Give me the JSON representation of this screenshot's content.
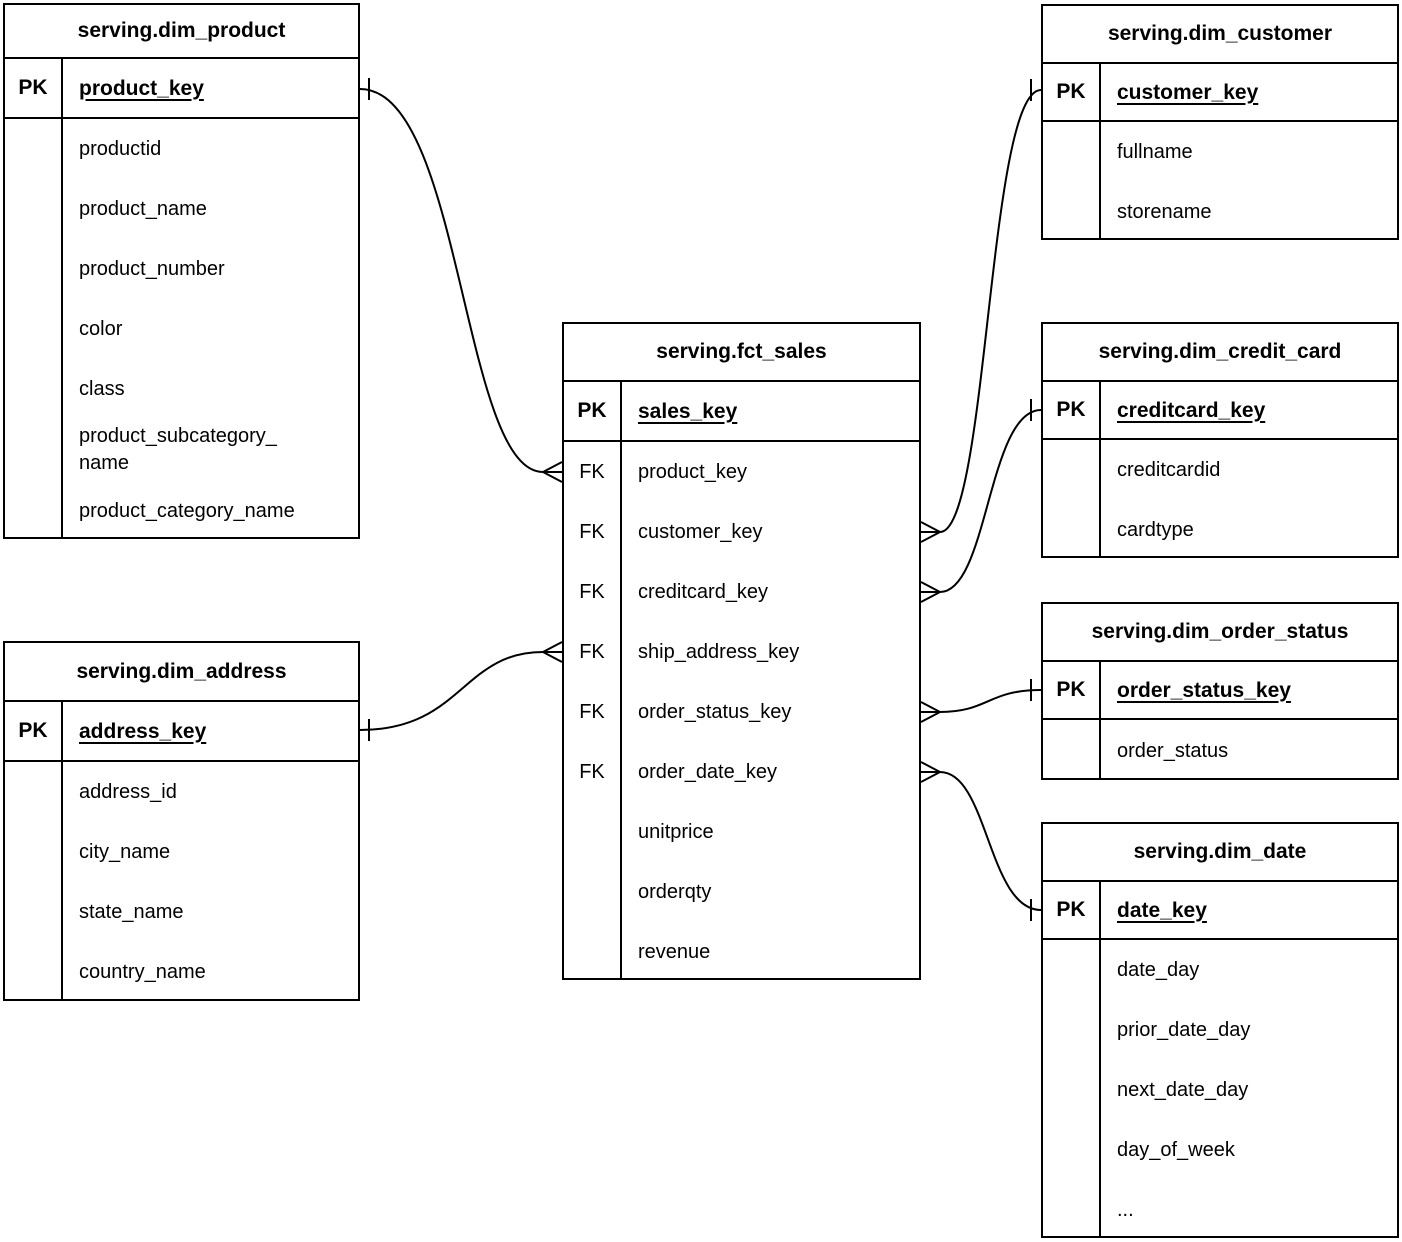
{
  "labels": {
    "pk": "PK",
    "fk": "FK"
  },
  "colors": {
    "background": "#ffffff",
    "line": "#000000",
    "text": "#000000"
  },
  "tables": {
    "dim_product": {
      "title": "serving.dim_product",
      "pk": "product_key",
      "rows": [
        "productid",
        "product_name",
        "product_number",
        "color",
        "class",
        "product_subcategory_\nname",
        "product_category_name"
      ]
    },
    "dim_address": {
      "title": "serving.dim_address",
      "pk": "address_key",
      "rows": [
        "address_id",
        "city_name",
        "state_name",
        "country_name"
      ]
    },
    "fct_sales": {
      "title": "serving.fct_sales",
      "pk": "sales_key",
      "rows": [
        "product_key",
        "customer_key",
        "creditcard_key",
        "ship_address_key",
        "order_status_key",
        "order_date_key",
        "unitprice",
        "orderqty",
        "revenue"
      ],
      "fk_row_count": 6
    },
    "dim_customer": {
      "title": "serving.dim_customer",
      "pk": "customer_key",
      "rows": [
        "fullname",
        "storename"
      ]
    },
    "dim_credit_card": {
      "title": "serving.dim_credit_card",
      "pk": "creditcard_key",
      "rows": [
        "creditcardid",
        "cardtype"
      ]
    },
    "dim_order_status": {
      "title": "serving.dim_order_status",
      "pk": "order_status_key",
      "rows": [
        "order_status"
      ]
    },
    "dim_date": {
      "title": "serving.dim_date",
      "pk": "date_key",
      "rows": [
        "date_day",
        "prior_date_day",
        "next_date_day",
        "day_of_week",
        "..."
      ]
    }
  },
  "relationships": [
    {
      "one": "serving.dim_product.product_key",
      "many": "serving.fct_sales.product_key",
      "cardinality": "one-to-many"
    },
    {
      "one": "serving.dim_address.address_key",
      "many": "serving.fct_sales.ship_address_key",
      "cardinality": "one-to-many"
    },
    {
      "one": "serving.dim_customer.customer_key",
      "many": "serving.fct_sales.customer_key",
      "cardinality": "one-to-many"
    },
    {
      "one": "serving.dim_credit_card.creditcard_key",
      "many": "serving.fct_sales.creditcard_key",
      "cardinality": "one-to-many"
    },
    {
      "one": "serving.dim_order_status.order_status_key",
      "many": "serving.fct_sales.order_status_key",
      "cardinality": "one-to-many"
    },
    {
      "one": "serving.dim_date.date_key",
      "many": "serving.fct_sales.order_date_key",
      "cardinality": "one-to-many"
    }
  ]
}
